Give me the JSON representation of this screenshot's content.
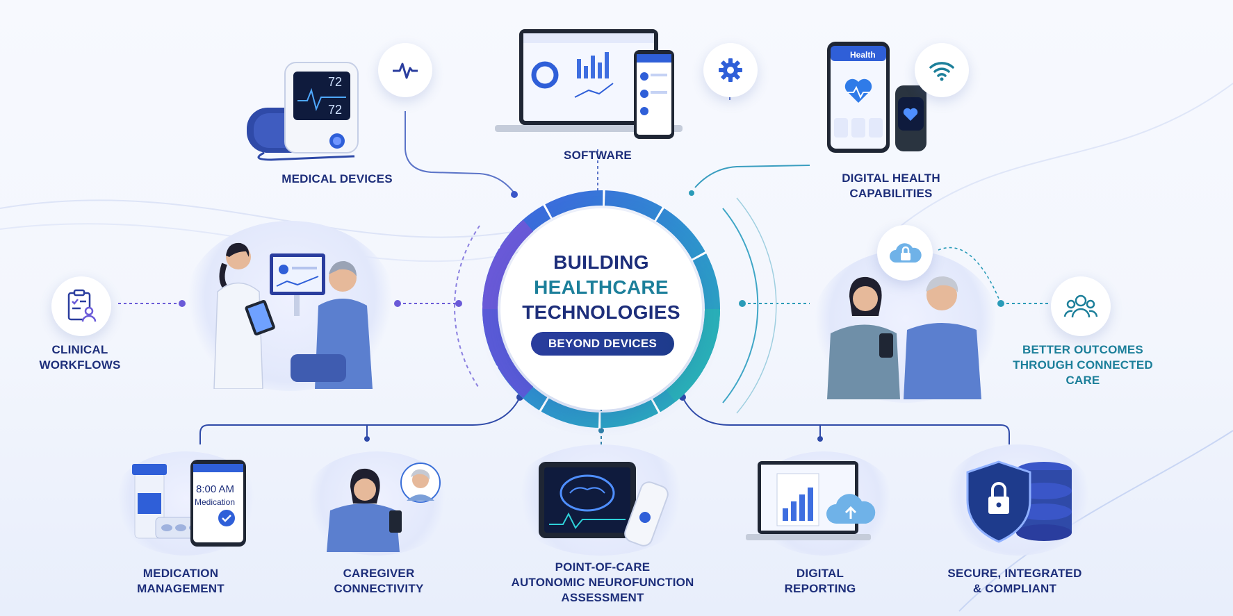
{
  "hub": {
    "line1": "BUILDING",
    "line2": "HEALTHCARE",
    "line3": "TECHNOLOGIES",
    "pill": "BEYOND DEVICES"
  },
  "top": {
    "medical_devices": "MEDICAL DEVICES",
    "software": "SOFTWARE",
    "digital_health": "DIGITAL HEALTH\nCAPABILITIES"
  },
  "middle": {
    "clinical_workflows": "CLINICAL\nWORKFLOWS",
    "better_outcomes": "BETTER OUTCOMES\nTHROUGH CONNECTED\nCARE"
  },
  "bottom": {
    "medication": "MEDICATION\nMANAGEMENT",
    "caregiver": "CAREGIVER\nCONNECTIVITY",
    "point_of_care": "POINT-OF-CARE\nAUTONOMIC NEUROFUNCTION\nASSESSMENT",
    "digital_reporting": "DIGITAL\nREPORTING",
    "secure": "SECURE, INTEGRATED\n& COMPLIANT"
  },
  "screen_text": {
    "bp_reading_1": "72",
    "bp_reading_2": "72",
    "health_app": "Health",
    "med_time": "8:00 AM",
    "med_label": "Medication"
  },
  "icons": {
    "medical_devices_badge": "pulse-icon",
    "software_badge": "gear-icon",
    "digital_health_badge": "wifi-icon",
    "clinical_workflows_badge": "clipboard-user-icon",
    "better_outcomes_badge": "users-group-icon",
    "cloud_lock": "cloud-lock-icon"
  },
  "colors": {
    "navy": "#1d2e7a",
    "teal": "#1c7f9a",
    "blue": "#2f5fd8",
    "purple": "#6b5bd6"
  }
}
